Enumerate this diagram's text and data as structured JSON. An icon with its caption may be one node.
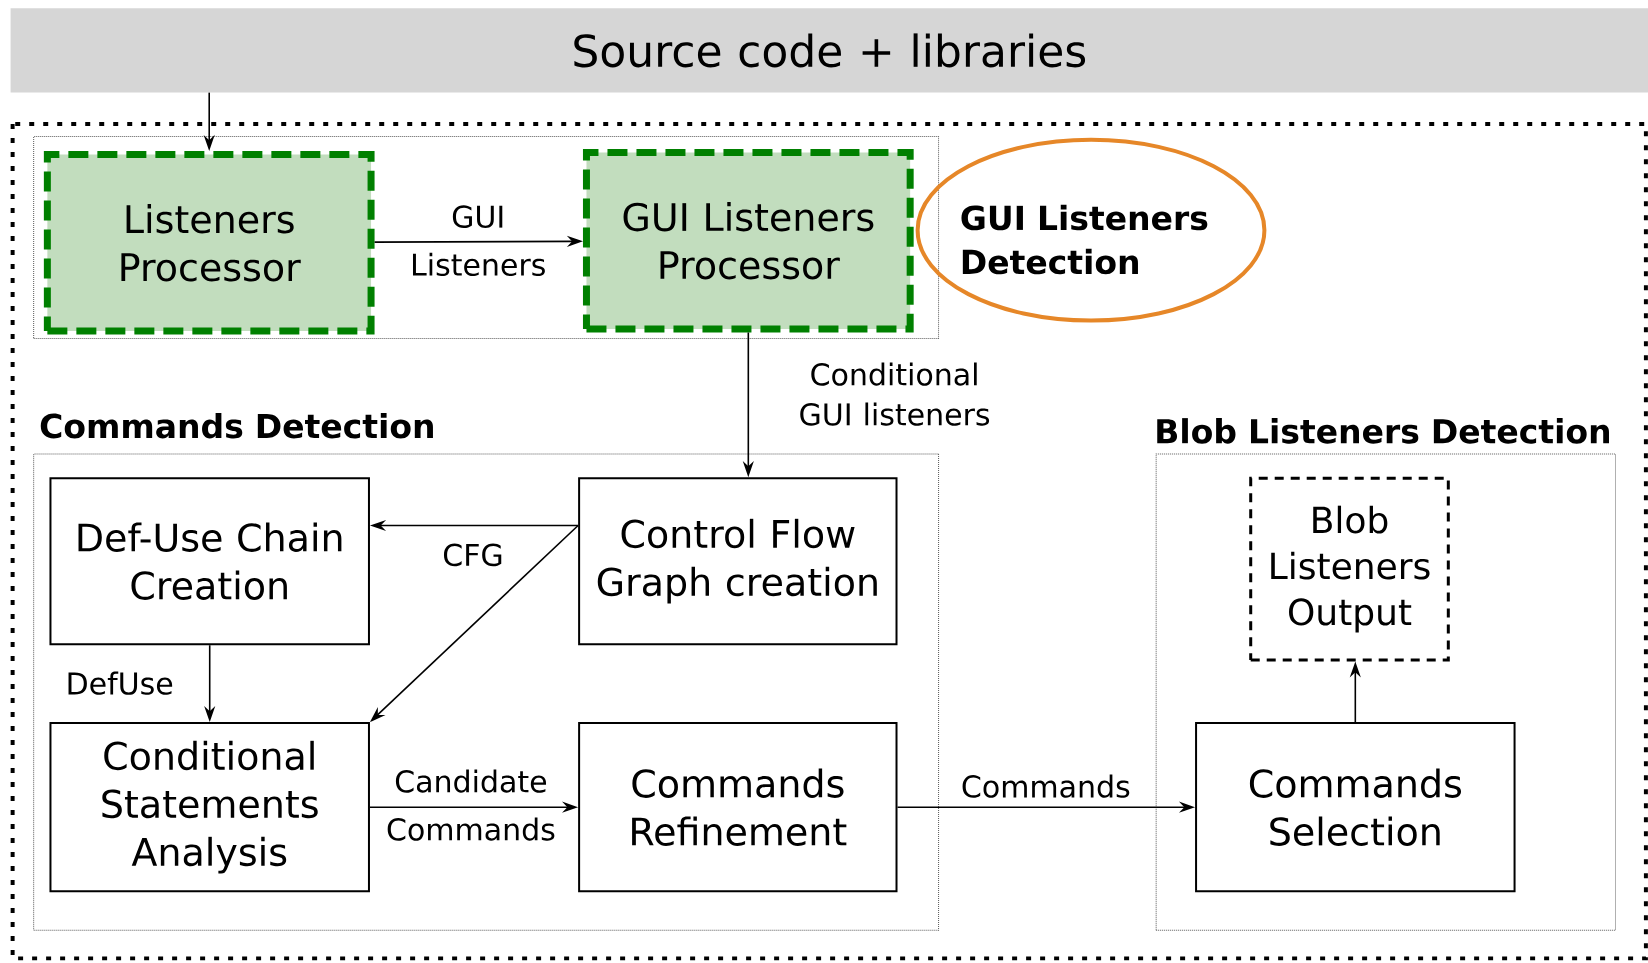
{
  "diagram": {
    "nodes": [
      {
        "text": [
          "Source code + libraries"
        ]
      },
      {
        "text": [
          "GUI Listeners Detection"
        ]
      },
      {
        "text": [
          "Listeners Processor"
        ],
        "in": 1
      },
      {
        "text": [
          "GUI Listeners Processor"
        ],
        "in": 1
      },
      {
        "text": [
          "Commands Detection"
        ]
      },
      {
        "text": [
          "Def-Use Chain Creation"
        ],
        "in": 4
      },
      {
        "text": [
          "Control Flow Graph creation"
        ],
        "in": 4
      },
      {
        "text": [
          "Conditional Statements Analysis"
        ],
        "in": 4
      },
      {
        "text": [
          "Commands Refinement"
        ],
        "in": 4
      },
      {
        "text": [
          "Blob Listeners Detection"
        ]
      },
      {
        "text": [
          "Blob Listeners Output"
        ],
        "in": 9
      },
      {
        "text": [
          "Commands Selection"
        ],
        "in": 9
      }
    ],
    "edges": [
      {
        "from": 0,
        "to": 2,
        "arrow": "to"
      },
      {
        "from": 2,
        "to": 3,
        "arrow": "to",
        "label": "GUI Listeners"
      },
      {
        "from": 3,
        "to": 6,
        "arrow": "to",
        "label": "Conditional GUI listeners"
      },
      {
        "from": 6,
        "to": 5,
        "arrow": "to",
        "label": "CFG"
      },
      {
        "from": 6,
        "to": 7,
        "arrow": "to"
      },
      {
        "from": 5,
        "to": 7,
        "arrow": "to",
        "label": "DefUse"
      },
      {
        "from": 7,
        "to": 8,
        "arrow": "to",
        "label": "Candidate Commands"
      },
      {
        "from": 8,
        "to": 11,
        "arrow": "to",
        "label": "Commands"
      },
      {
        "from": 11,
        "to": 10,
        "arrow": "to"
      }
    ]
  }
}
